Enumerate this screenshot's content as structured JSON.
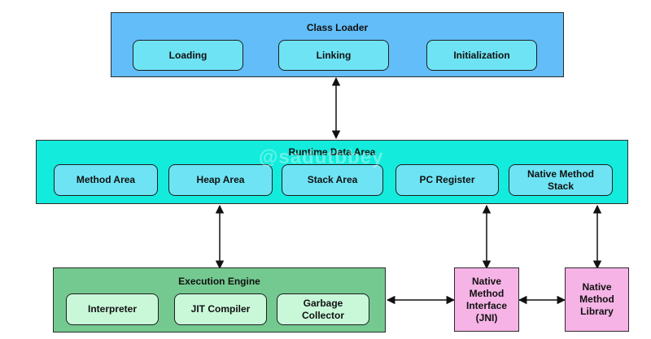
{
  "class_loader": {
    "title": "Class Loader",
    "items": [
      "Loading",
      "Linking",
      "Initialization"
    ],
    "color": "#62bdf8"
  },
  "runtime_data_area": {
    "title": "Runtime Data Area",
    "items": [
      "Method Area",
      "Heap Area",
      "Stack Area",
      "PC Register",
      "Native Method\nStack"
    ],
    "color": "#13ecdc"
  },
  "execution_engine": {
    "title": "Execution Engine",
    "items": [
      "Interpreter",
      "JIT Compiler",
      "Garbage Collector"
    ],
    "color": "#74c990"
  },
  "native_method_interface": {
    "label": "Native\nMethod\nInterface\n(JNI)"
  },
  "native_method_library": {
    "label": "Native\nMethod\nLibrary"
  },
  "watermark": "@sadutbbey"
}
